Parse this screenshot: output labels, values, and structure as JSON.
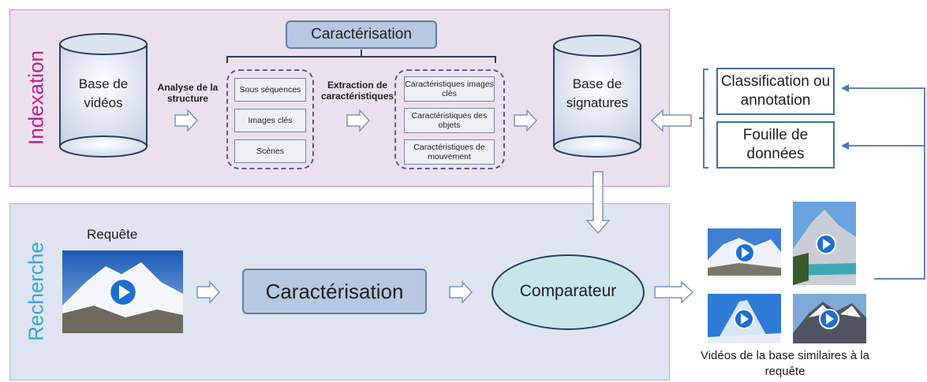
{
  "panels": {
    "indexation_label": "Indexation",
    "recherche_label": "Recherche"
  },
  "indexation": {
    "base_videos": "Base de vidéos",
    "analyse": "Analyse de la structure",
    "caracterisation_title": "Caractérisation",
    "group1": [
      "Sous séquences",
      "Images clés",
      "Scènes"
    ],
    "extraction": "Extraction de caractéristiques",
    "group2": [
      "Caractéristiques images clés",
      "Caractéristiques des objets",
      "Caractéristiques de mouvement"
    ],
    "base_signatures": "Base de signatures"
  },
  "side": {
    "classification": "Classification ou annotation",
    "fouille": "Fouille de données"
  },
  "recherche": {
    "requete": "Requête",
    "caracterisation": "Caractérisation",
    "comparateur": "Comparateur"
  },
  "results": {
    "caption": "Vidéos de la base similaires à la requête"
  },
  "colors": {
    "indexation_bg": "#ebe1ee",
    "indexation_border": "#cc3a9a",
    "indexation_label": "#c21d94",
    "recherche_bg": "#dee4f0",
    "recherche_border": "#3aa6d6",
    "recherche_label": "#2fa8d8",
    "box_fill": "#b6c8e2",
    "ellipse_fill": "#c6e6ec",
    "arrow": "#4a76b0"
  },
  "icons": [
    "play-icon",
    "block-arrow-icon",
    "database-cylinder-icon"
  ]
}
